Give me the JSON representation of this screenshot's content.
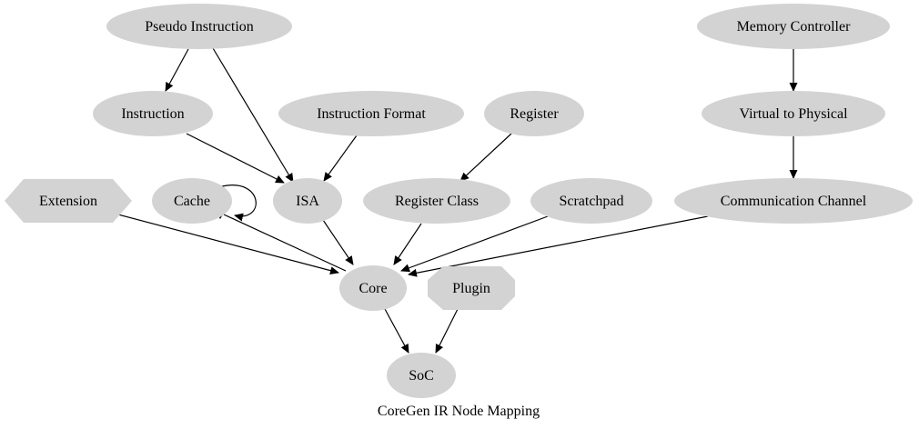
{
  "graph": {
    "caption": "CoreGen IR Node Mapping",
    "node_fill": "#d3d3d3",
    "edge_color": "#000000",
    "nodes": {
      "pseudo_instruction": "Pseudo Instruction",
      "instruction": "Instruction",
      "instruction_format": "Instruction Format",
      "register": "Register",
      "memory_controller": "Memory Controller",
      "virtual_to_physical": "Virtual to Physical",
      "extension": "Extension",
      "cache": "Cache",
      "isa": "ISA",
      "register_class": "Register Class",
      "scratchpad": "Scratchpad",
      "communication_channel": "Communication Channel",
      "core": "Core",
      "plugin": "Plugin",
      "soc": "SoC"
    },
    "edges": [
      [
        "Pseudo Instruction",
        "Instruction"
      ],
      [
        "Pseudo Instruction",
        "ISA"
      ],
      [
        "Instruction",
        "ISA"
      ],
      [
        "Instruction Format",
        "ISA"
      ],
      [
        "Register",
        "Register Class"
      ],
      [
        "Memory Controller",
        "Virtual to Physical"
      ],
      [
        "Virtual to Physical",
        "Communication Channel"
      ],
      [
        "Cache",
        "Cache"
      ],
      [
        "Extension",
        "Core"
      ],
      [
        "Cache",
        "Core"
      ],
      [
        "ISA",
        "Core"
      ],
      [
        "Register Class",
        "Core"
      ],
      [
        "Scratchpad",
        "Core"
      ],
      [
        "Communication Channel",
        "Core"
      ],
      [
        "Core",
        "SoC"
      ],
      [
        "Plugin",
        "SoC"
      ]
    ]
  }
}
